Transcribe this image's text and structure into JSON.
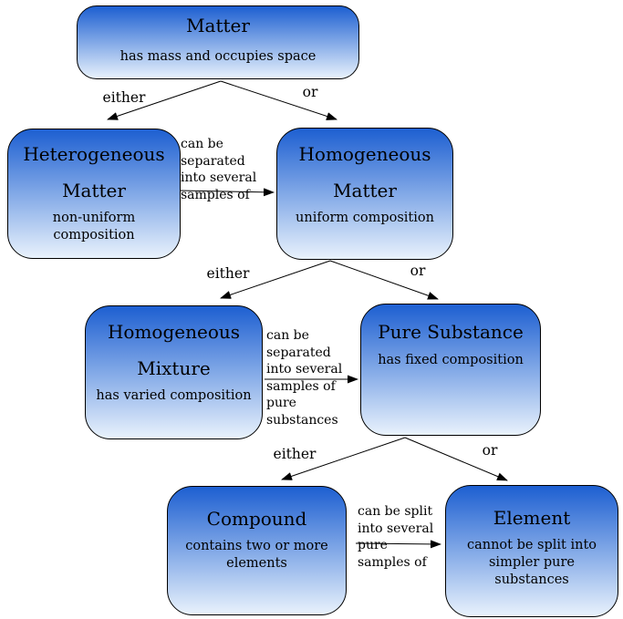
{
  "nodes": {
    "matter": {
      "title": "Matter",
      "subtitle": "has mass and occupies space"
    },
    "heterogeneous": {
      "title1": "Heterogeneous",
      "title2": "Matter",
      "subtitle": "non-uniform composition"
    },
    "homogeneous": {
      "title1": "Homogeneous",
      "title2": "Matter",
      "subtitle": "uniform composition"
    },
    "mixture": {
      "title1": "Homogeneous",
      "title2": "Mixture",
      "subtitle": "has varied composition"
    },
    "pure_substance": {
      "title": "Pure Substance",
      "subtitle": "has fixed composition"
    },
    "compound": {
      "title": "Compound",
      "subtitle": "contains two or more elements"
    },
    "element": {
      "title": "Element",
      "subtitle": "cannot be split into simpler pure substances"
    }
  },
  "forks": [
    {
      "left": "either",
      "right": "or"
    },
    {
      "left": "either",
      "right": "or"
    },
    {
      "left": "either",
      "right": "or"
    }
  ],
  "connectors": [
    {
      "lines": [
        "can be",
        "separated",
        "into several",
        "samples of"
      ]
    },
    {
      "lines": [
        "can be",
        "separated",
        "into several",
        "samples of",
        "pure",
        "substances"
      ]
    },
    {
      "lines": [
        "can be split",
        "into several",
        "pure",
        "samples of"
      ]
    }
  ],
  "colors": {
    "box_gradient_top": "#1d5fd1",
    "box_gradient_mid": "#8cb0e9",
    "box_gradient_bottom": "#e9f2fc",
    "border": "#000000",
    "text": "#000000",
    "background": "#ffffff"
  }
}
